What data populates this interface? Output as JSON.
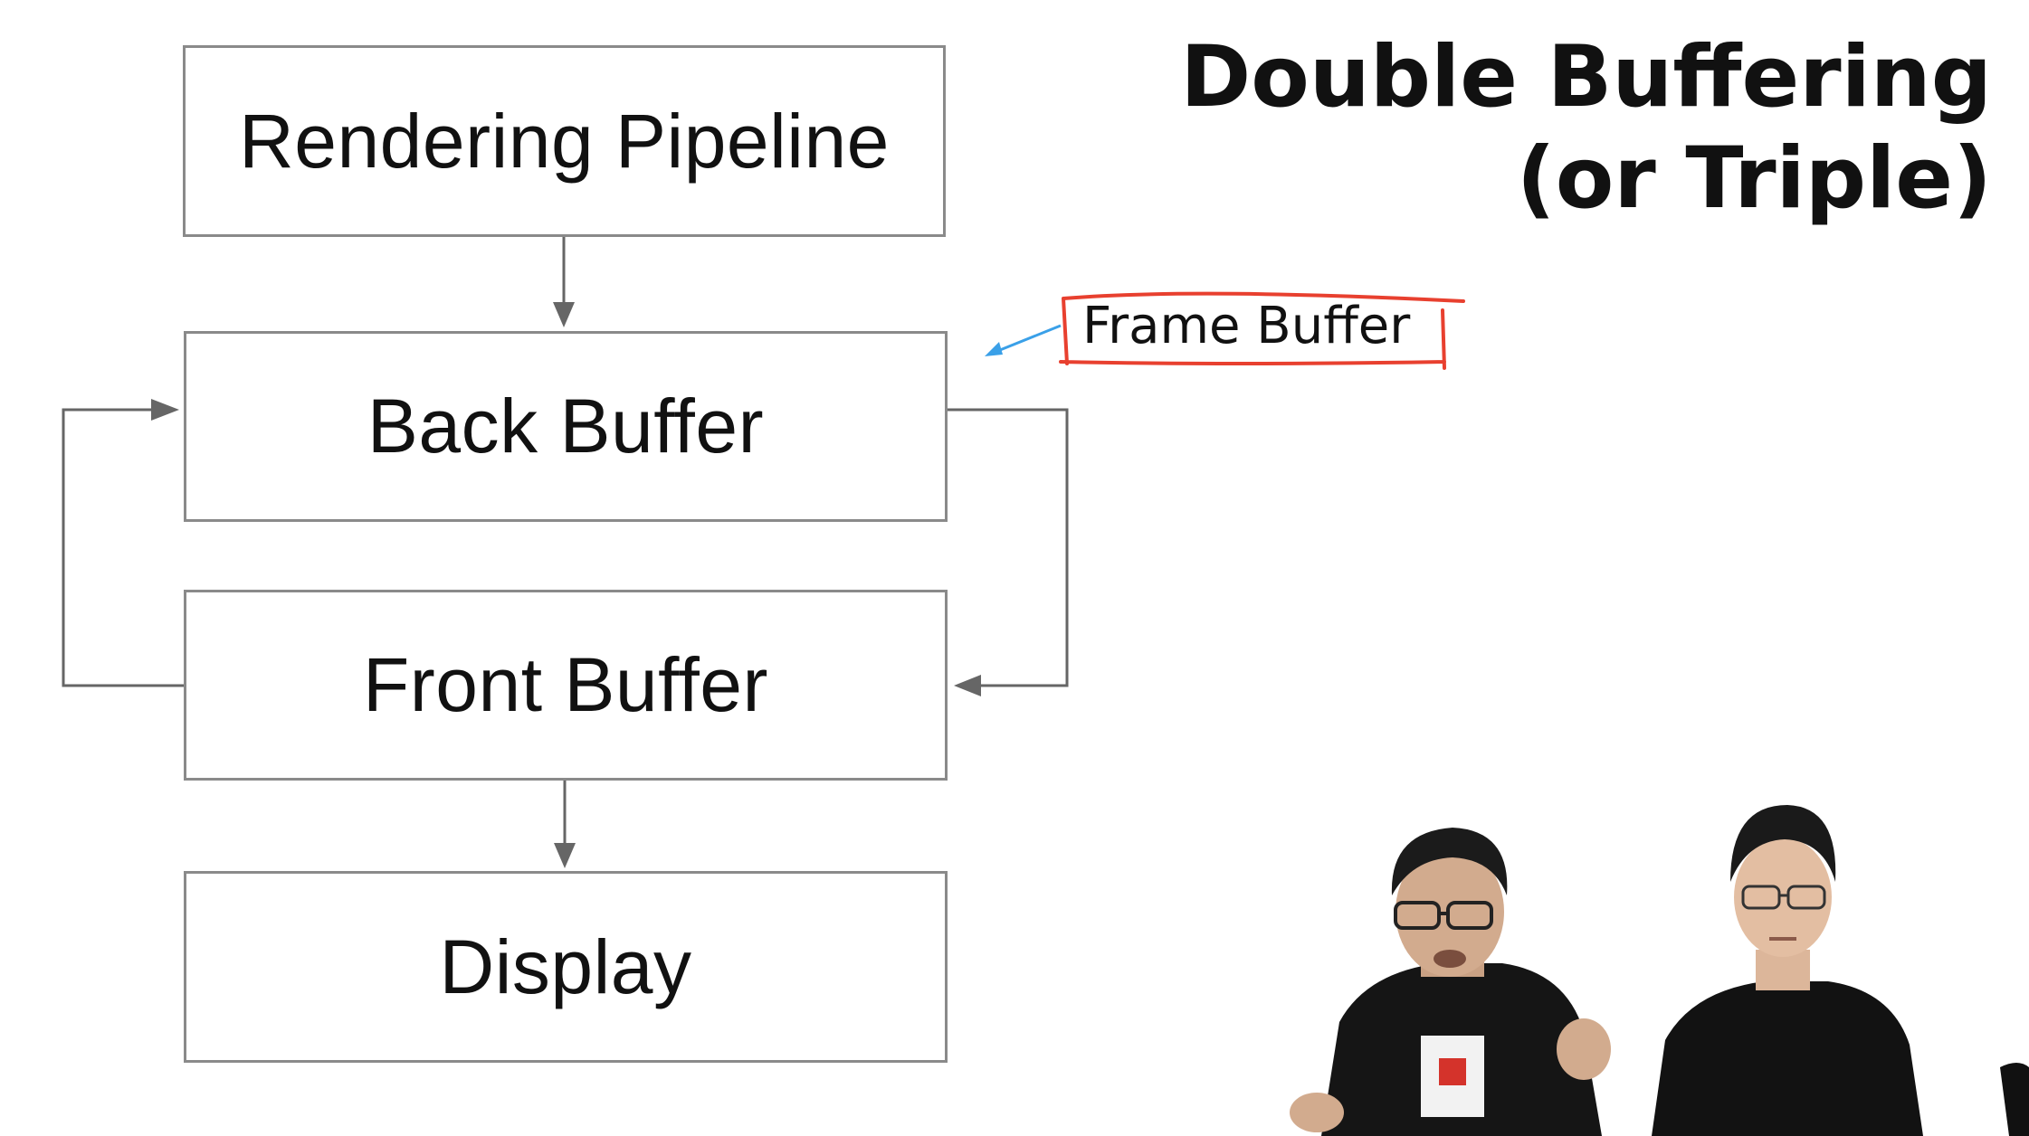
{
  "slide": {
    "title_line1": "Double Buffering",
    "title_line2": "(or Triple)"
  },
  "diagram": {
    "boxes": {
      "pipeline": "Rendering Pipeline",
      "back": "Back Buffer",
      "front": "Front Buffer",
      "display": "Display"
    },
    "annotation": {
      "label": "Frame Buffer",
      "outline_color": "#e8402f",
      "pointer_color": "#3aa0e8"
    },
    "connector_color": "#666666"
  },
  "presenters": {
    "count": 2
  }
}
